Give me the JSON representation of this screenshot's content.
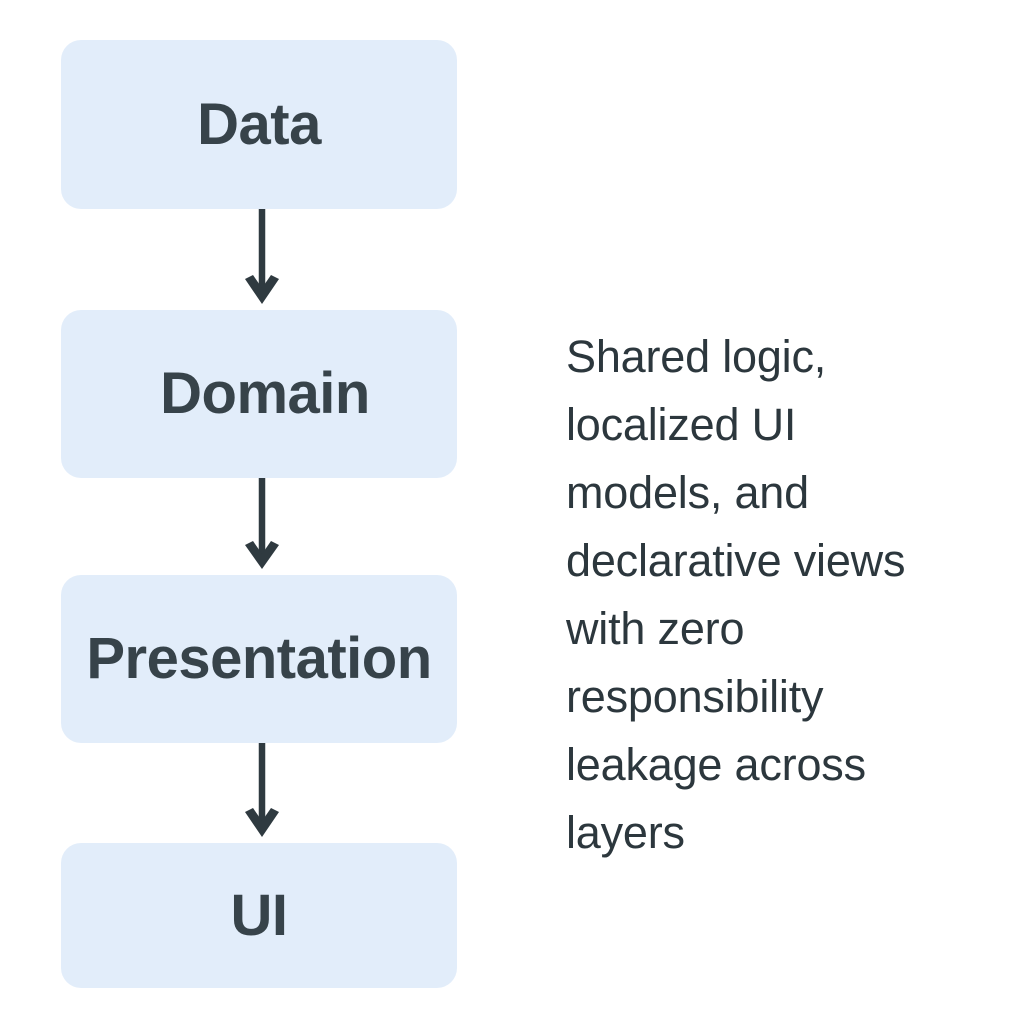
{
  "diagram": {
    "type": "vertical-flow",
    "background_color": "#ffffff",
    "box_fill_color": "#e2edfa",
    "box_text_color": "#37434a",
    "arrow_color": "#2f3a40",
    "description_text_color": "#2c373d",
    "layers": [
      {
        "id": "data",
        "label": "Data"
      },
      {
        "id": "domain",
        "label": "Domain"
      },
      {
        "id": "presentation",
        "label": "Presentation"
      },
      {
        "id": "ui",
        "label": "UI"
      }
    ],
    "connectors": [
      {
        "id": "data-to-domain",
        "from": "Data",
        "to": "Domain",
        "icon": "down-arrow-icon"
      },
      {
        "id": "domain-to-presentation",
        "from": "Domain",
        "to": "Presentation",
        "icon": "down-arrow-icon"
      },
      {
        "id": "presentation-to-ui",
        "from": "Presentation",
        "to": "UI",
        "icon": "down-arrow-icon"
      }
    ],
    "description": "Shared logic,\nlocalized UI\nmodels, and\ndeclarative views\nwith zero\nresponsibility\nleakage across\nlayers"
  }
}
